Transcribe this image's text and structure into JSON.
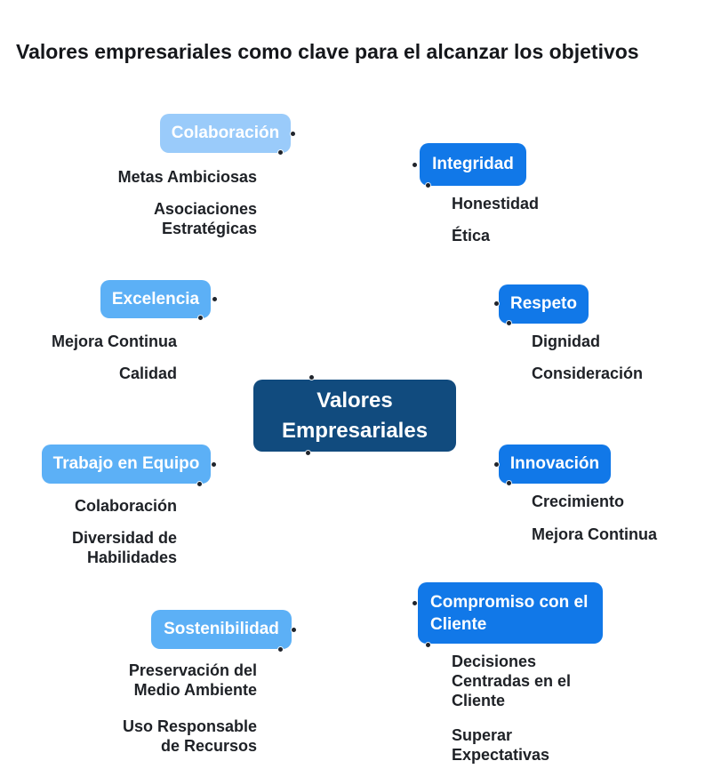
{
  "title": "Valores empresariales como clave para el alcanzar los objetivos",
  "center": {
    "label": "Valores Empresariales"
  },
  "branches": [
    {
      "label": "Colaboración",
      "side": "left",
      "tone": "light",
      "children": [
        "Metas Ambiciosas",
        "Asociaciones Estratégicas"
      ]
    },
    {
      "label": "Integridad",
      "side": "right",
      "tone": "bright",
      "children": [
        "Honestidad",
        "Ética"
      ]
    },
    {
      "label": "Excelencia",
      "side": "left",
      "tone": "medium",
      "children": [
        "Mejora Continua",
        "Calidad"
      ]
    },
    {
      "label": "Respeto",
      "side": "right",
      "tone": "bright",
      "children": [
        "Dignidad",
        "Consideración"
      ]
    },
    {
      "label": "Trabajo en Equipo",
      "side": "left",
      "tone": "medium",
      "children": [
        "Colaboración",
        "Diversidad de Habilidades"
      ]
    },
    {
      "label": "Innovación",
      "side": "right",
      "tone": "bright",
      "children": [
        "Crecimiento",
        "Mejora Continua"
      ]
    },
    {
      "label": "Sostenibilidad",
      "side": "left",
      "tone": "medium",
      "children": [
        "Preservación del Medio Ambiente",
        "Uso Responsable de Recursos"
      ]
    },
    {
      "label": "Compromiso con el Cliente",
      "side": "right",
      "tone": "bright",
      "children": [
        "Decisiones Centradas en el Cliente",
        "Superar Expectativas"
      ]
    }
  ],
  "icons": {
    "connector-dot": "•"
  },
  "palette": {
    "center_fill": "#114b7e",
    "bright_fill": "#1178e8",
    "medium_fill": "#5cb0f6",
    "light_fill": "#9acbfa",
    "node_text": "#ffffff",
    "child_text": "#1e2126",
    "title_text": "#15171b",
    "dot": "#20242b",
    "background": "#ffffff"
  }
}
